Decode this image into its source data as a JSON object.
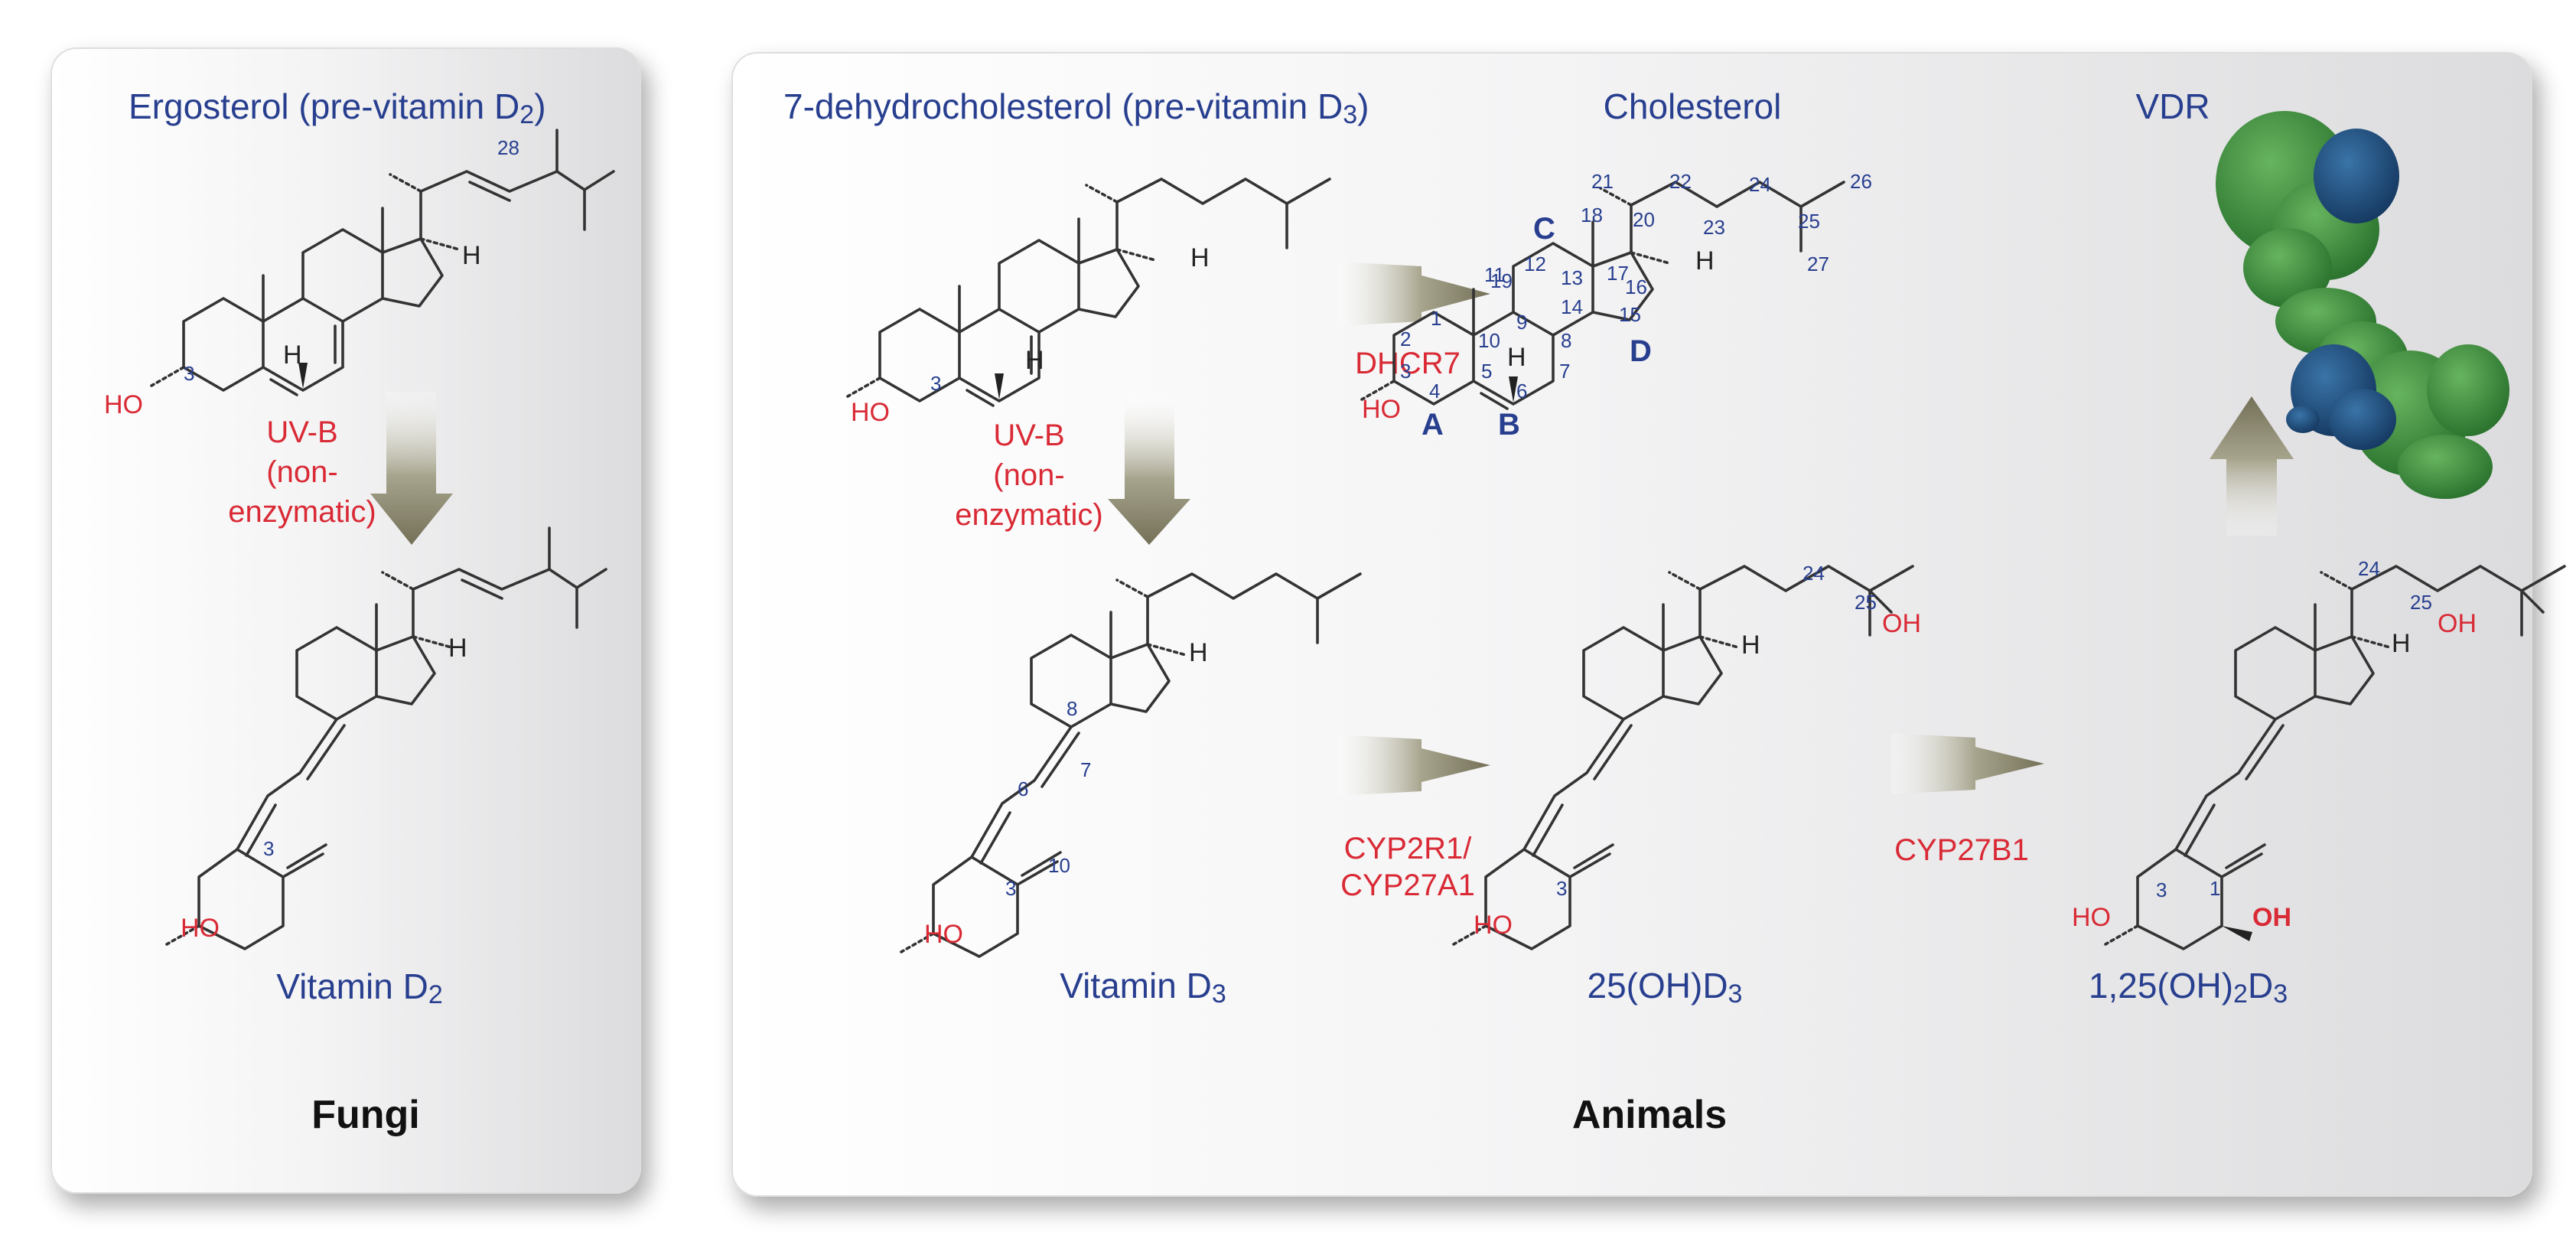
{
  "fungi": {
    "title_name": "Ergosterol (pre-vitamin D",
    "title_sub": "2",
    "title_close": ")",
    "carbon_28": "28",
    "carbon_3": "3",
    "hydroxyl": "HO",
    "hydrogen": "H",
    "uvb_lines": [
      "UV-B",
      "(non-",
      "enzymatic)"
    ],
    "product_name": "Vitamin D",
    "product_sub": "2",
    "product_carbon_3": "3",
    "product_hydroxyl": "HO",
    "product_hydrogen": "H",
    "footer": "Fungi"
  },
  "animals": {
    "precursor": {
      "title_name": "7-dehydrocholesterol (pre-vitamin D",
      "title_sub": "3",
      "title_close": ")",
      "carbon_3": "3",
      "hydroxyl": "HO",
      "hydrogen": "H"
    },
    "uvb_lines": [
      "UV-B",
      "(non-",
      "enzymatic)"
    ],
    "enzyme_dhcr7": "DHCR7",
    "cholesterol": {
      "title": "Cholesterol",
      "ring_labels": [
        "A",
        "B",
        "C",
        "D"
      ],
      "carbon_numbers": [
        "1",
        "2",
        "3",
        "4",
        "5",
        "6",
        "7",
        "8",
        "9",
        "10",
        "11",
        "12",
        "13",
        "14",
        "15",
        "16",
        "17",
        "18",
        "19",
        "20",
        "21",
        "22",
        "23",
        "24",
        "25",
        "26",
        "27"
      ],
      "hydroxyl": "HO",
      "hydrogen": "H"
    },
    "vitamin_d3": {
      "name": "Vitamin D",
      "sub": "3",
      "carbon_labels": [
        "8",
        "7",
        "6",
        "10",
        "3"
      ],
      "hydroxyl": "HO",
      "hydrogen": "H"
    },
    "enzyme_cyp2r1": [
      "CYP2R1/",
      "CYP27A1"
    ],
    "hydroxy_d3": {
      "name_pre": "25(OH)D",
      "name_sub": "3",
      "carbon_24": "24",
      "carbon_25": "25",
      "carbon_3": "3",
      "oh_25": "OH",
      "hydroxyl": "HO",
      "hydrogen": "H"
    },
    "enzyme_cyp27b1": "CYP27B1",
    "calcitriol": {
      "name_pre": "1,25(OH)",
      "name_sub1": "2",
      "name_mid": "D",
      "name_sub2": "3",
      "carbon_24": "24",
      "carbon_25": "25",
      "carbon_3": "3",
      "carbon_1": "1",
      "oh_25": "OH",
      "oh_1": "OH",
      "hydroxyl": "HO",
      "hydrogen": "H"
    },
    "receptor_label": "VDR",
    "footer": "Animals"
  },
  "colors": {
    "blue_text": "#283f8f",
    "red_text": "#d92a35",
    "arrow": "#8e8a72",
    "protein_green": "#3c8a3c",
    "protein_blue": "#1d4f7f"
  }
}
